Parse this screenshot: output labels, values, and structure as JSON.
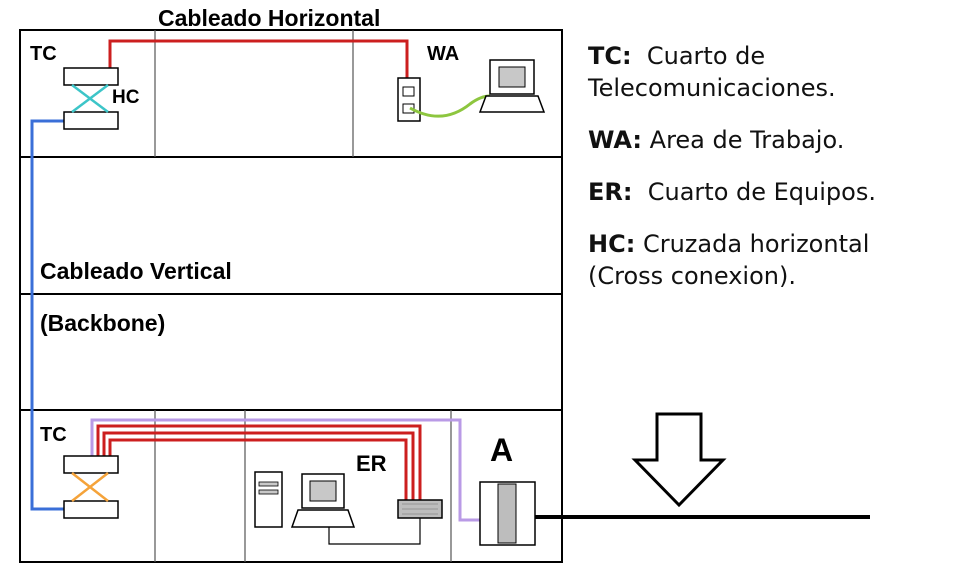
{
  "diagram": {
    "title_horizontal": "Cableado Horizontal",
    "title_vertical": "Cableado Vertical",
    "title_backbone": "(Backbone)",
    "labels": {
      "tc_top": "TC",
      "hc": "HC",
      "wa": "WA",
      "tc_bottom": "TC",
      "er": "ER",
      "a": "A"
    },
    "colors": {
      "horizontal_cable": "#cc1f1f",
      "backbone_cable": "#3a6fd8",
      "patch_cord": "#8dc63f",
      "backbone_crossconnect_x": "#f5a33a",
      "hc_crossconnect_x": "#3cc5c8",
      "lilac_cable": "#b99ae6"
    }
  },
  "legend": {
    "items": [
      {
        "code": "TC:",
        "text": "Cuarto de Telecomunicaciones."
      },
      {
        "code": "WA:",
        "text": "Area de Trabajo."
      },
      {
        "code": "ER:",
        "text": "Cuarto de Equipos."
      },
      {
        "code": "HC:",
        "text": "Cruzada horizontal (Cross conexion)."
      }
    ]
  }
}
